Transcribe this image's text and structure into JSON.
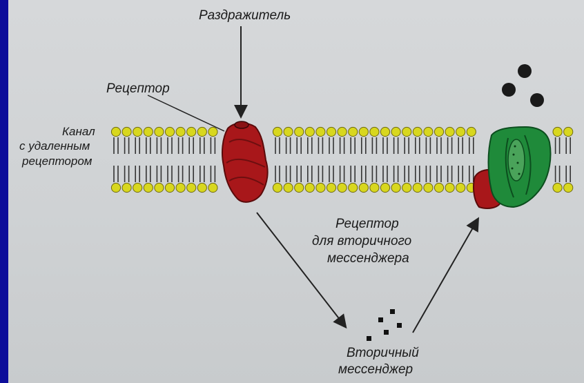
{
  "labels": {
    "stimulus": "Раздражитель",
    "receptor": "Рецептор",
    "channel_line1": "Канал",
    "channel_line2": "с удаленным",
    "channel_line3": "рецептором",
    "second_receptor_line1": "Рецептор",
    "second_receptor_line2": "для вторичного",
    "second_receptor_line3": "мессенджера",
    "messenger_line1": "Вторичный",
    "messenger_line2": "мессенджер"
  },
  "colors": {
    "frame": "#0d0d9a",
    "lipid_head": "#d8d71e",
    "receptor_protein": "#b01a1a",
    "channel_protein": "#1f8a3a",
    "messenger": "#111111"
  }
}
